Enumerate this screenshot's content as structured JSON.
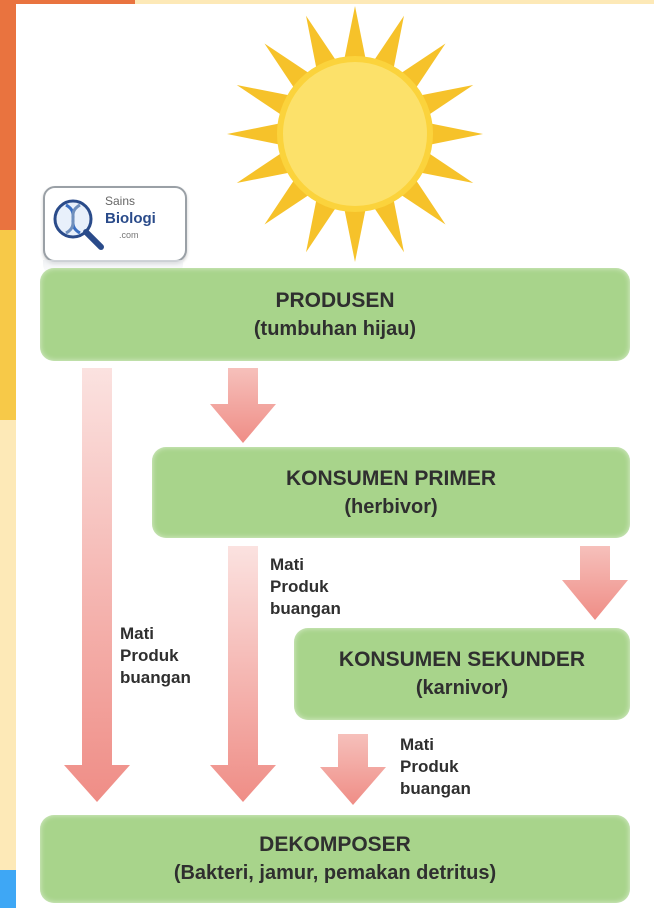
{
  "logo": {
    "line1": "Sains",
    "line2": "Biologi",
    "line3": ".com"
  },
  "colors": {
    "box": "#a8d48b",
    "arrow": "#ef8d86",
    "arrow_light": "#fbe2e0",
    "sun": "#f6c22a"
  },
  "icons": [
    "sun-icon",
    "dna-magnifier-icon"
  ],
  "nodes": {
    "produsen": {
      "title": "PRODUSEN",
      "subtitle": "(tumbuhan hijau)"
    },
    "konsumen_primer": {
      "title": "KONSUMEN PRIMER",
      "subtitle": "(herbivor)"
    },
    "konsumen_sekunder": {
      "title": "KONSUMEN SEKUNDER",
      "subtitle": "(karnivor)"
    },
    "dekomposer": {
      "title": "DEKOMPOSER",
      "subtitle": "(Bakteri, jamur, pemakan detritus)"
    }
  },
  "labels": {
    "left": {
      "l1": "Mati",
      "l2": "Produk",
      "l3": "buangan"
    },
    "middle": {
      "l1": "Mati",
      "l2": "Produk",
      "l3": "buangan"
    },
    "right": {
      "l1": "Mati",
      "l2": "Produk",
      "l3": "buangan"
    }
  }
}
